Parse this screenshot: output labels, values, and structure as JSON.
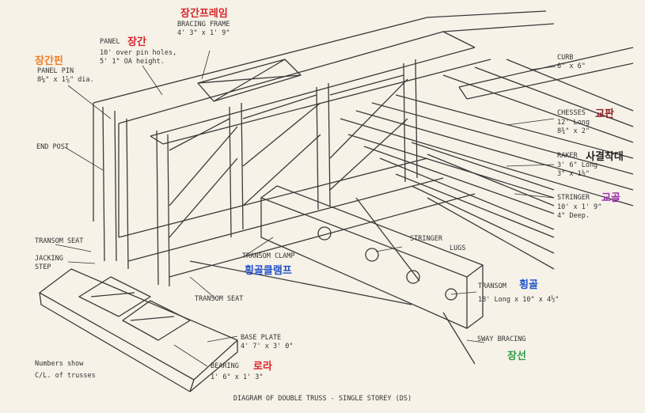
{
  "caption": "DIAGRAM OF DOUBLE TRUSS - SINGLE STOREY (DS)",
  "colors": {
    "red": "#d8232a",
    "orange": "#ef7d22",
    "maroon": "#8b1c22",
    "purple": "#9b2fae",
    "blue": "#1f4fc9",
    "green": "#2e9e45",
    "ink": "#333333",
    "paper": "#f6f2e8"
  },
  "labels": {
    "bracing_frame": {
      "title": "BRACING FRAME",
      "dims": "4' 3\" x 1' 9\"",
      "korean": "장간프레임"
    },
    "panel": {
      "title": "PANEL",
      "dims1": "10' over pin holes,",
      "dims2": "5' 1\" OA height.",
      "korean": "장간"
    },
    "panel_pin": {
      "title": "PANEL PIN",
      "dims": "8¼\" x 1⅞\" dia.",
      "korean": "장간핀"
    },
    "curb": {
      "title": "CURB",
      "dims": "6\" x 6\""
    },
    "chesses": {
      "title": "CHESSES",
      "dims1": "12' Long",
      "dims2": "8¾\" x 2\"",
      "korean": "교판"
    },
    "raker": {
      "title": "RAKER",
      "dims1": "3' 6\" Long",
      "dims2": "3\" x 1½\"",
      "korean": "사결착대"
    },
    "stringer": {
      "title": "STRINGER",
      "dims1": "10' x 1' 9\"",
      "dims2": "4\" Deep.",
      "korean": "교골"
    },
    "end_post": {
      "title": "END POST"
    },
    "transom_seat_left": {
      "title": "TRANSOM SEAT"
    },
    "jacking_step": {
      "title1": "JACKING",
      "title2": "STEP"
    },
    "transom_clamp": {
      "title": "TRANSOM CLAMP",
      "korean": "횡골클램프"
    },
    "stringer_lugs": {
      "title1": "STRINGER",
      "title2": "LUGS"
    },
    "transom": {
      "title": "TRANSOM",
      "dims": "18' Long x 10\" x 4½\"",
      "korean": "횡골"
    },
    "transom_seat": {
      "title": "TRANSOM SEAT"
    },
    "base_plate": {
      "title": "BASE PLATE",
      "dims": "4' 7' x 3' 0\""
    },
    "bearing": {
      "title": "BEARING",
      "dims": "1' 6\" x 1' 3\"",
      "korean": "로라"
    },
    "numbers_note": {
      "line1": "Numbers show",
      "line2": "C/L. of trusses"
    },
    "sway_bracing": {
      "title": "SWAY BRACING",
      "korean": "장선"
    }
  }
}
